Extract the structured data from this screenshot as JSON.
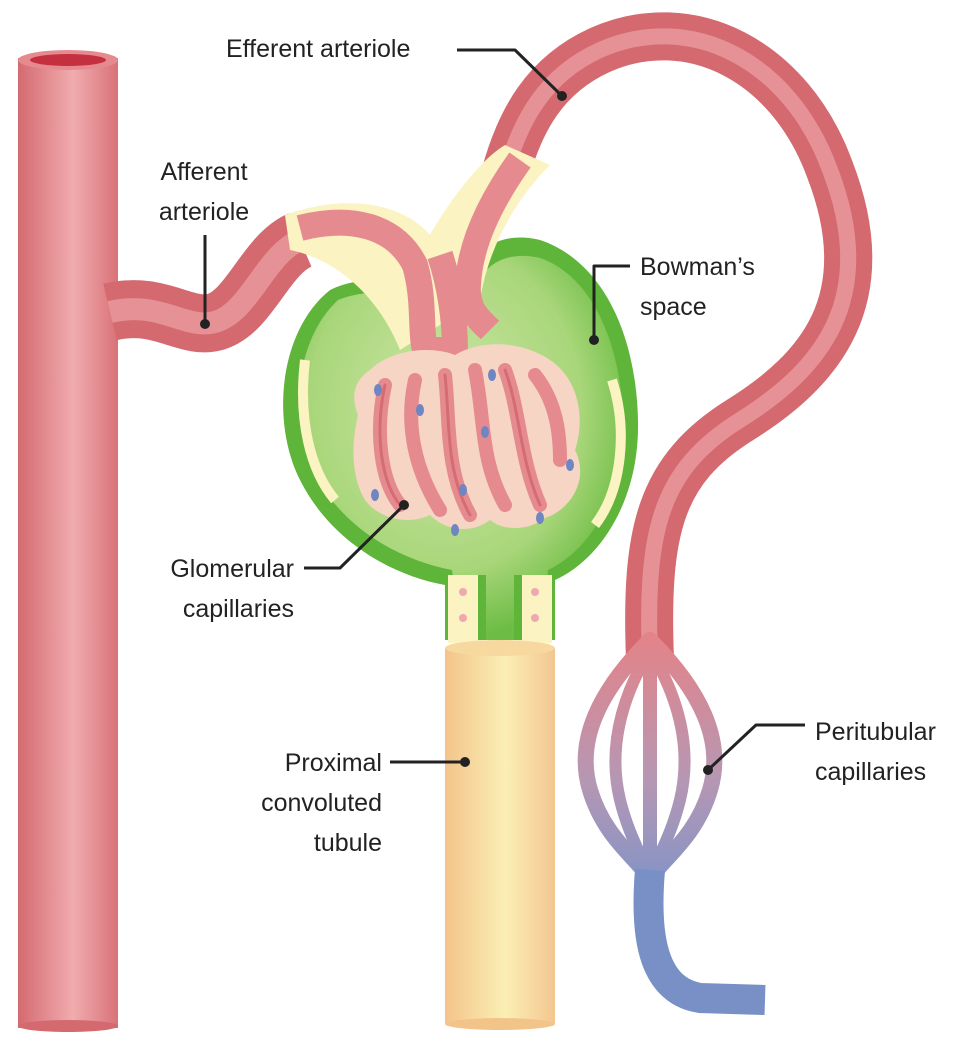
{
  "labels": {
    "efferent": "Efferent arteriole",
    "afferent_1": "Afferent",
    "afferent_2": "arteriole",
    "bowman_1": "Bowman’s",
    "bowman_2": "space",
    "glomerular_1": "Glomerular",
    "glomerular_2": "capillaries",
    "proximal_1": "Proximal",
    "proximal_2": "convoluted",
    "proximal_3": "tubule",
    "peritubular_1": "Peritubular",
    "peritubular_2": "capillaries"
  },
  "colors": {
    "vessel": "#e3868a",
    "vessel_dark": "#c9595f",
    "vessel_light": "#f2b5b6",
    "venous": "#7b93c9",
    "capsule_green": "#5fb53a",
    "capsule_light": "#bfe09a",
    "cream": "#fbf3c2",
    "tubule": "#f6cf95",
    "nucleus": "#6f86c2"
  }
}
